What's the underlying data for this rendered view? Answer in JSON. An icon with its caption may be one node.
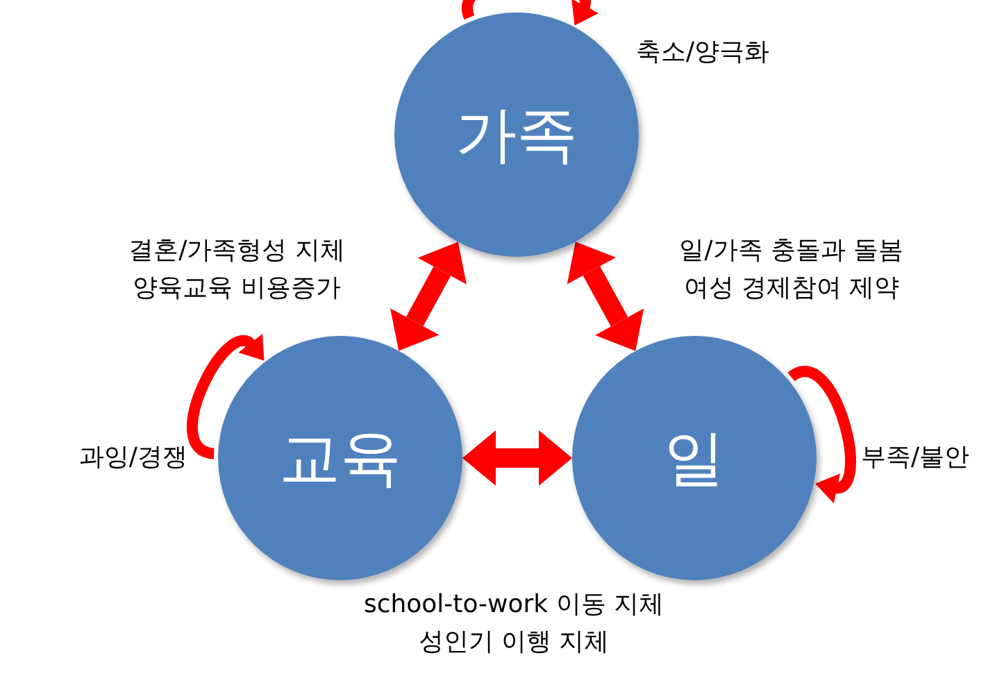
{
  "diagram": {
    "nodes": [
      {
        "text": [
          "가족"
        ],
        "beside": [
          "축소/양극화"
        ]
      },
      {
        "text": [
          "교육"
        ],
        "beside": [
          "과잉/경쟁"
        ]
      },
      {
        "text": [
          "일"
        ],
        "beside": [
          "부족/불안"
        ]
      }
    ],
    "edges": [
      {
        "from": 0,
        "to": 1,
        "arrow": "both",
        "label": "결혼/가족형성 지체 양육교육 비용증가"
      },
      {
        "from": 0,
        "to": 2,
        "arrow": "both",
        "label": "일/가족 충돌과 돌봄 여성 경제참여 제약"
      },
      {
        "from": 1,
        "to": 2,
        "arrow": "both"
      }
    ],
    "labels": [
      "school-to-work 이동 지체 성인기 이행 지체"
    ]
  }
}
